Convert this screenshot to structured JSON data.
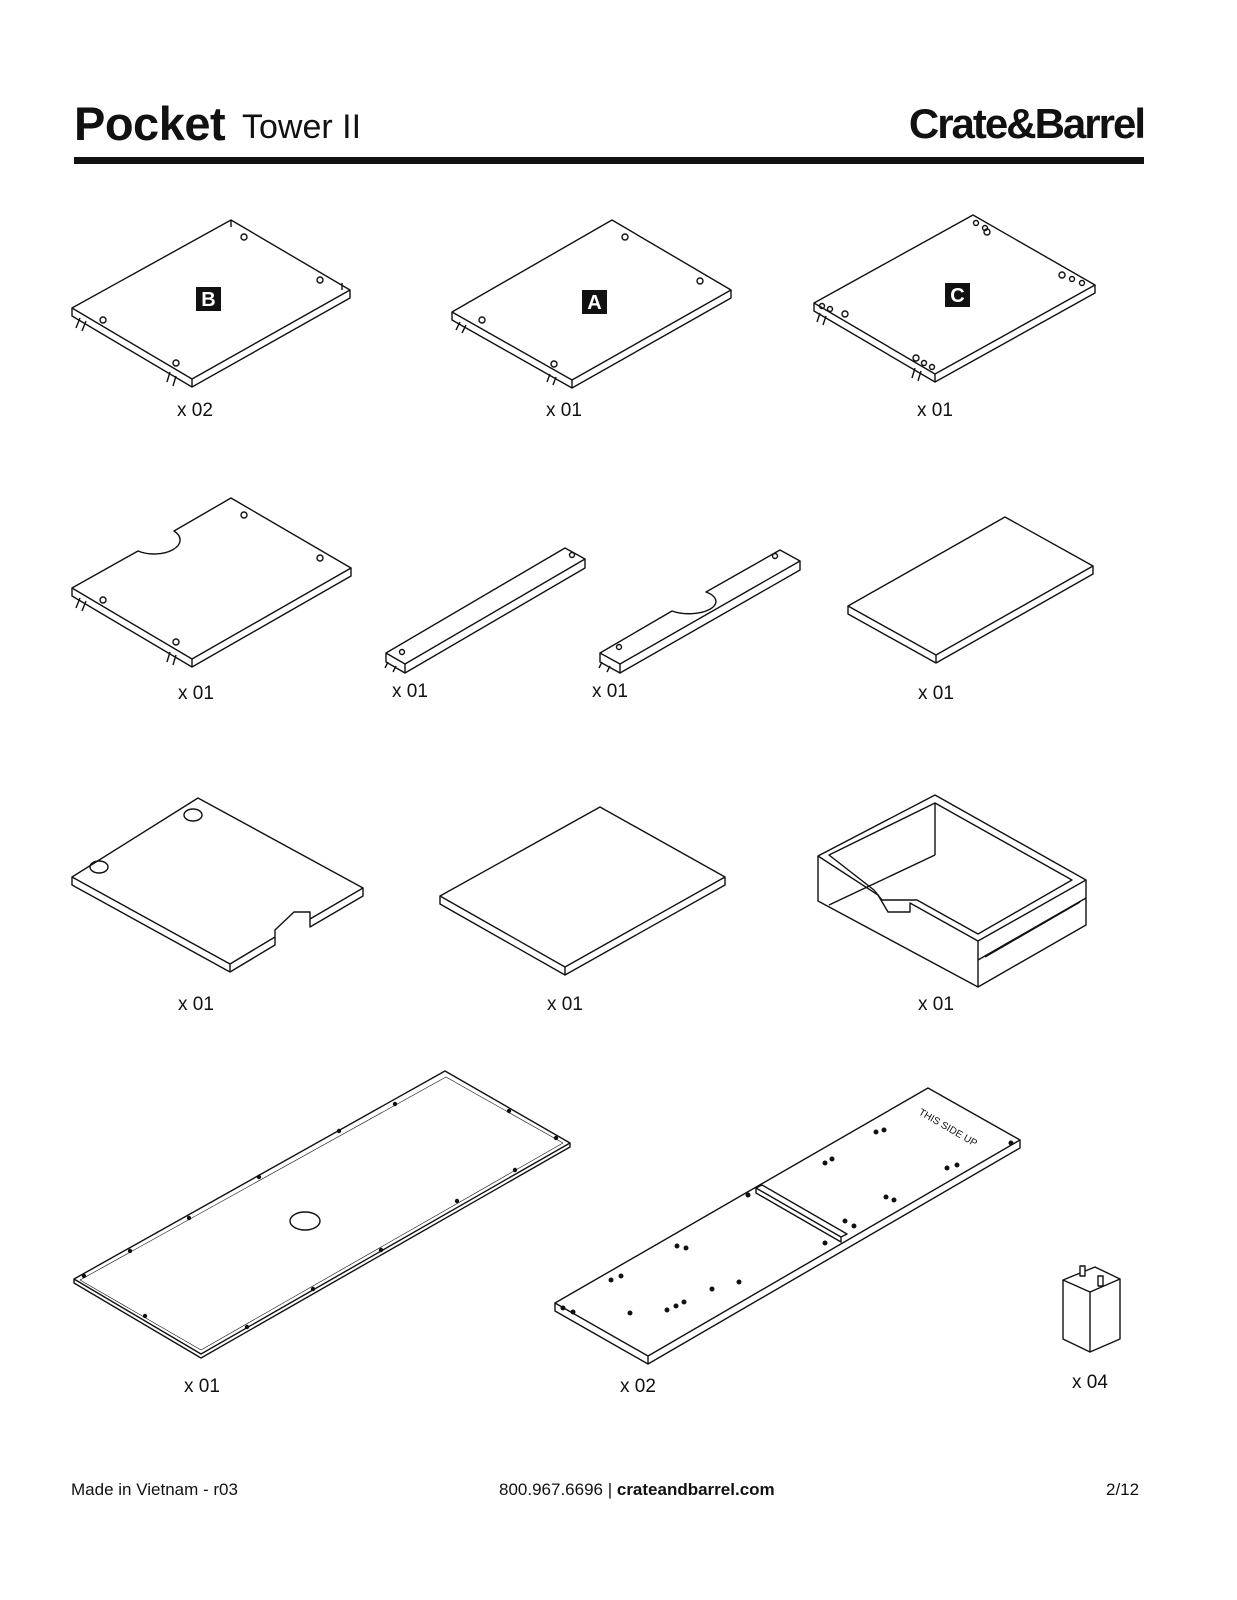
{
  "header": {
    "title_strong": "Pocket",
    "title_light": "Tower II",
    "brand": "Crate&Barrel"
  },
  "parts": [
    {
      "label": "B",
      "qty": "x 02"
    },
    {
      "label": "A",
      "qty": "x 01"
    },
    {
      "label": "C",
      "qty": "x 01"
    },
    {
      "label": "",
      "qty": "x 01"
    },
    {
      "label": "",
      "qty": "x 01"
    },
    {
      "label": "",
      "qty": "x 01"
    },
    {
      "label": "",
      "qty": "x 01"
    },
    {
      "label": "",
      "qty": "x 01"
    },
    {
      "label": "",
      "qty": "x 01"
    },
    {
      "label": "",
      "qty": "x 01"
    },
    {
      "label": "",
      "qty": "x 01"
    },
    {
      "label": "",
      "qty": "x 02"
    },
    {
      "label": "",
      "qty": "x 04"
    }
  ],
  "panel_note": "THIS SIDE UP",
  "footer": {
    "origin": "Made in Vietnam - r03",
    "phone": "800.967.6696 | ",
    "website": "crateandbarrel.com",
    "page": "2/12"
  }
}
